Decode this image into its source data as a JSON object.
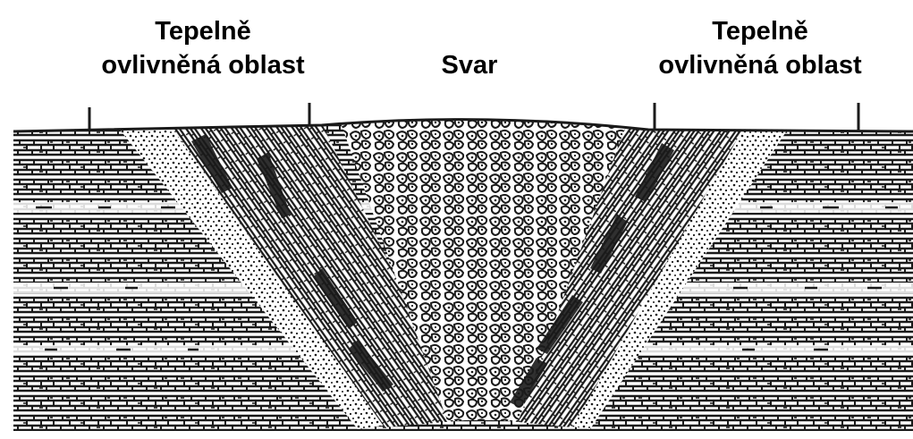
{
  "labels": {
    "left": {
      "line1": "Tepelně",
      "line2": "ovlivněná oblast"
    },
    "middle": "Svar",
    "right": {
      "line1": "Tepelně",
      "line2": "ovlivněná oblast"
    }
  },
  "colors": {
    "ink": "#1a1a1a",
    "background": "#ffffff"
  }
}
